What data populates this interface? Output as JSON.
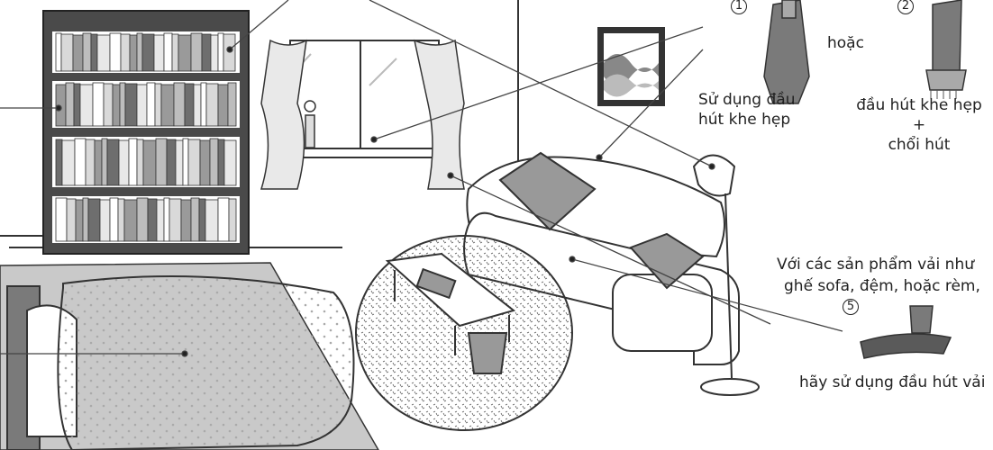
{
  "callouts": {
    "crevice_num": "1",
    "crevice_label": "Sử dụng đầu\nhút khe hẹp",
    "or_text": "hoặc",
    "brush_num": "2",
    "brush_label": "đầu hút khe hẹp +\nchổi hút",
    "fabric_text_1": "Với các sản phẩm vải như",
    "fabric_text_2": "ghế sofa, đệm, hoặc rèm,",
    "fabric_num": "5",
    "fabric_label": "hãy sử dụng đầu hút vải"
  },
  "colors": {
    "line": "#333333",
    "tool_dark": "#6b6b6b",
    "tool_light": "#a9a9a9",
    "fabric_grey": "#9a9a9a"
  }
}
